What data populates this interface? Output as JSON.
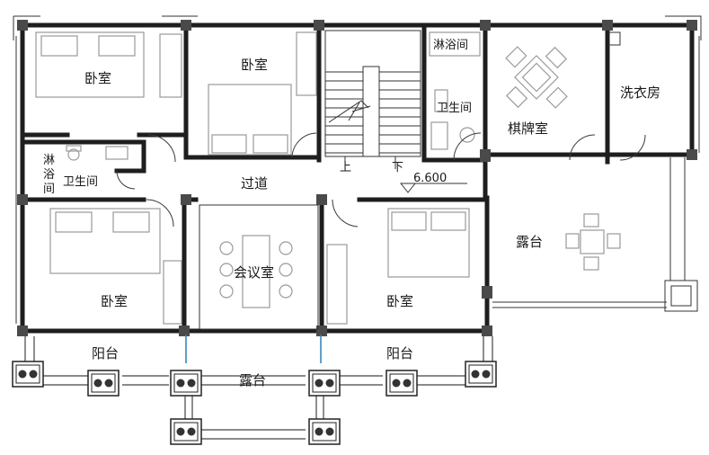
{
  "rooms": {
    "bedroom_nw": "卧室",
    "bedroom_n": "卧室",
    "shower_top": "淋浴间",
    "bath_top": "卫生间",
    "chess_room": "棋牌室",
    "laundry": "洗衣房",
    "shower_left": "淋浴间",
    "bath_left": "卫生间",
    "corridor": "过道",
    "meeting_room": "会议室",
    "bedroom_sw": "卧室",
    "bedroom_se": "卧室",
    "terrace_east": "露台",
    "balcony_left": "阳台",
    "balcony_right": "阳台",
    "terrace_south": "露台"
  },
  "stairs": {
    "up": "上",
    "down": "下"
  },
  "elevation": "6.600",
  "colors": {
    "wall": "#1e1e1e",
    "furniture": "#9a9a9a",
    "glass": "#2b7fb5"
  }
}
